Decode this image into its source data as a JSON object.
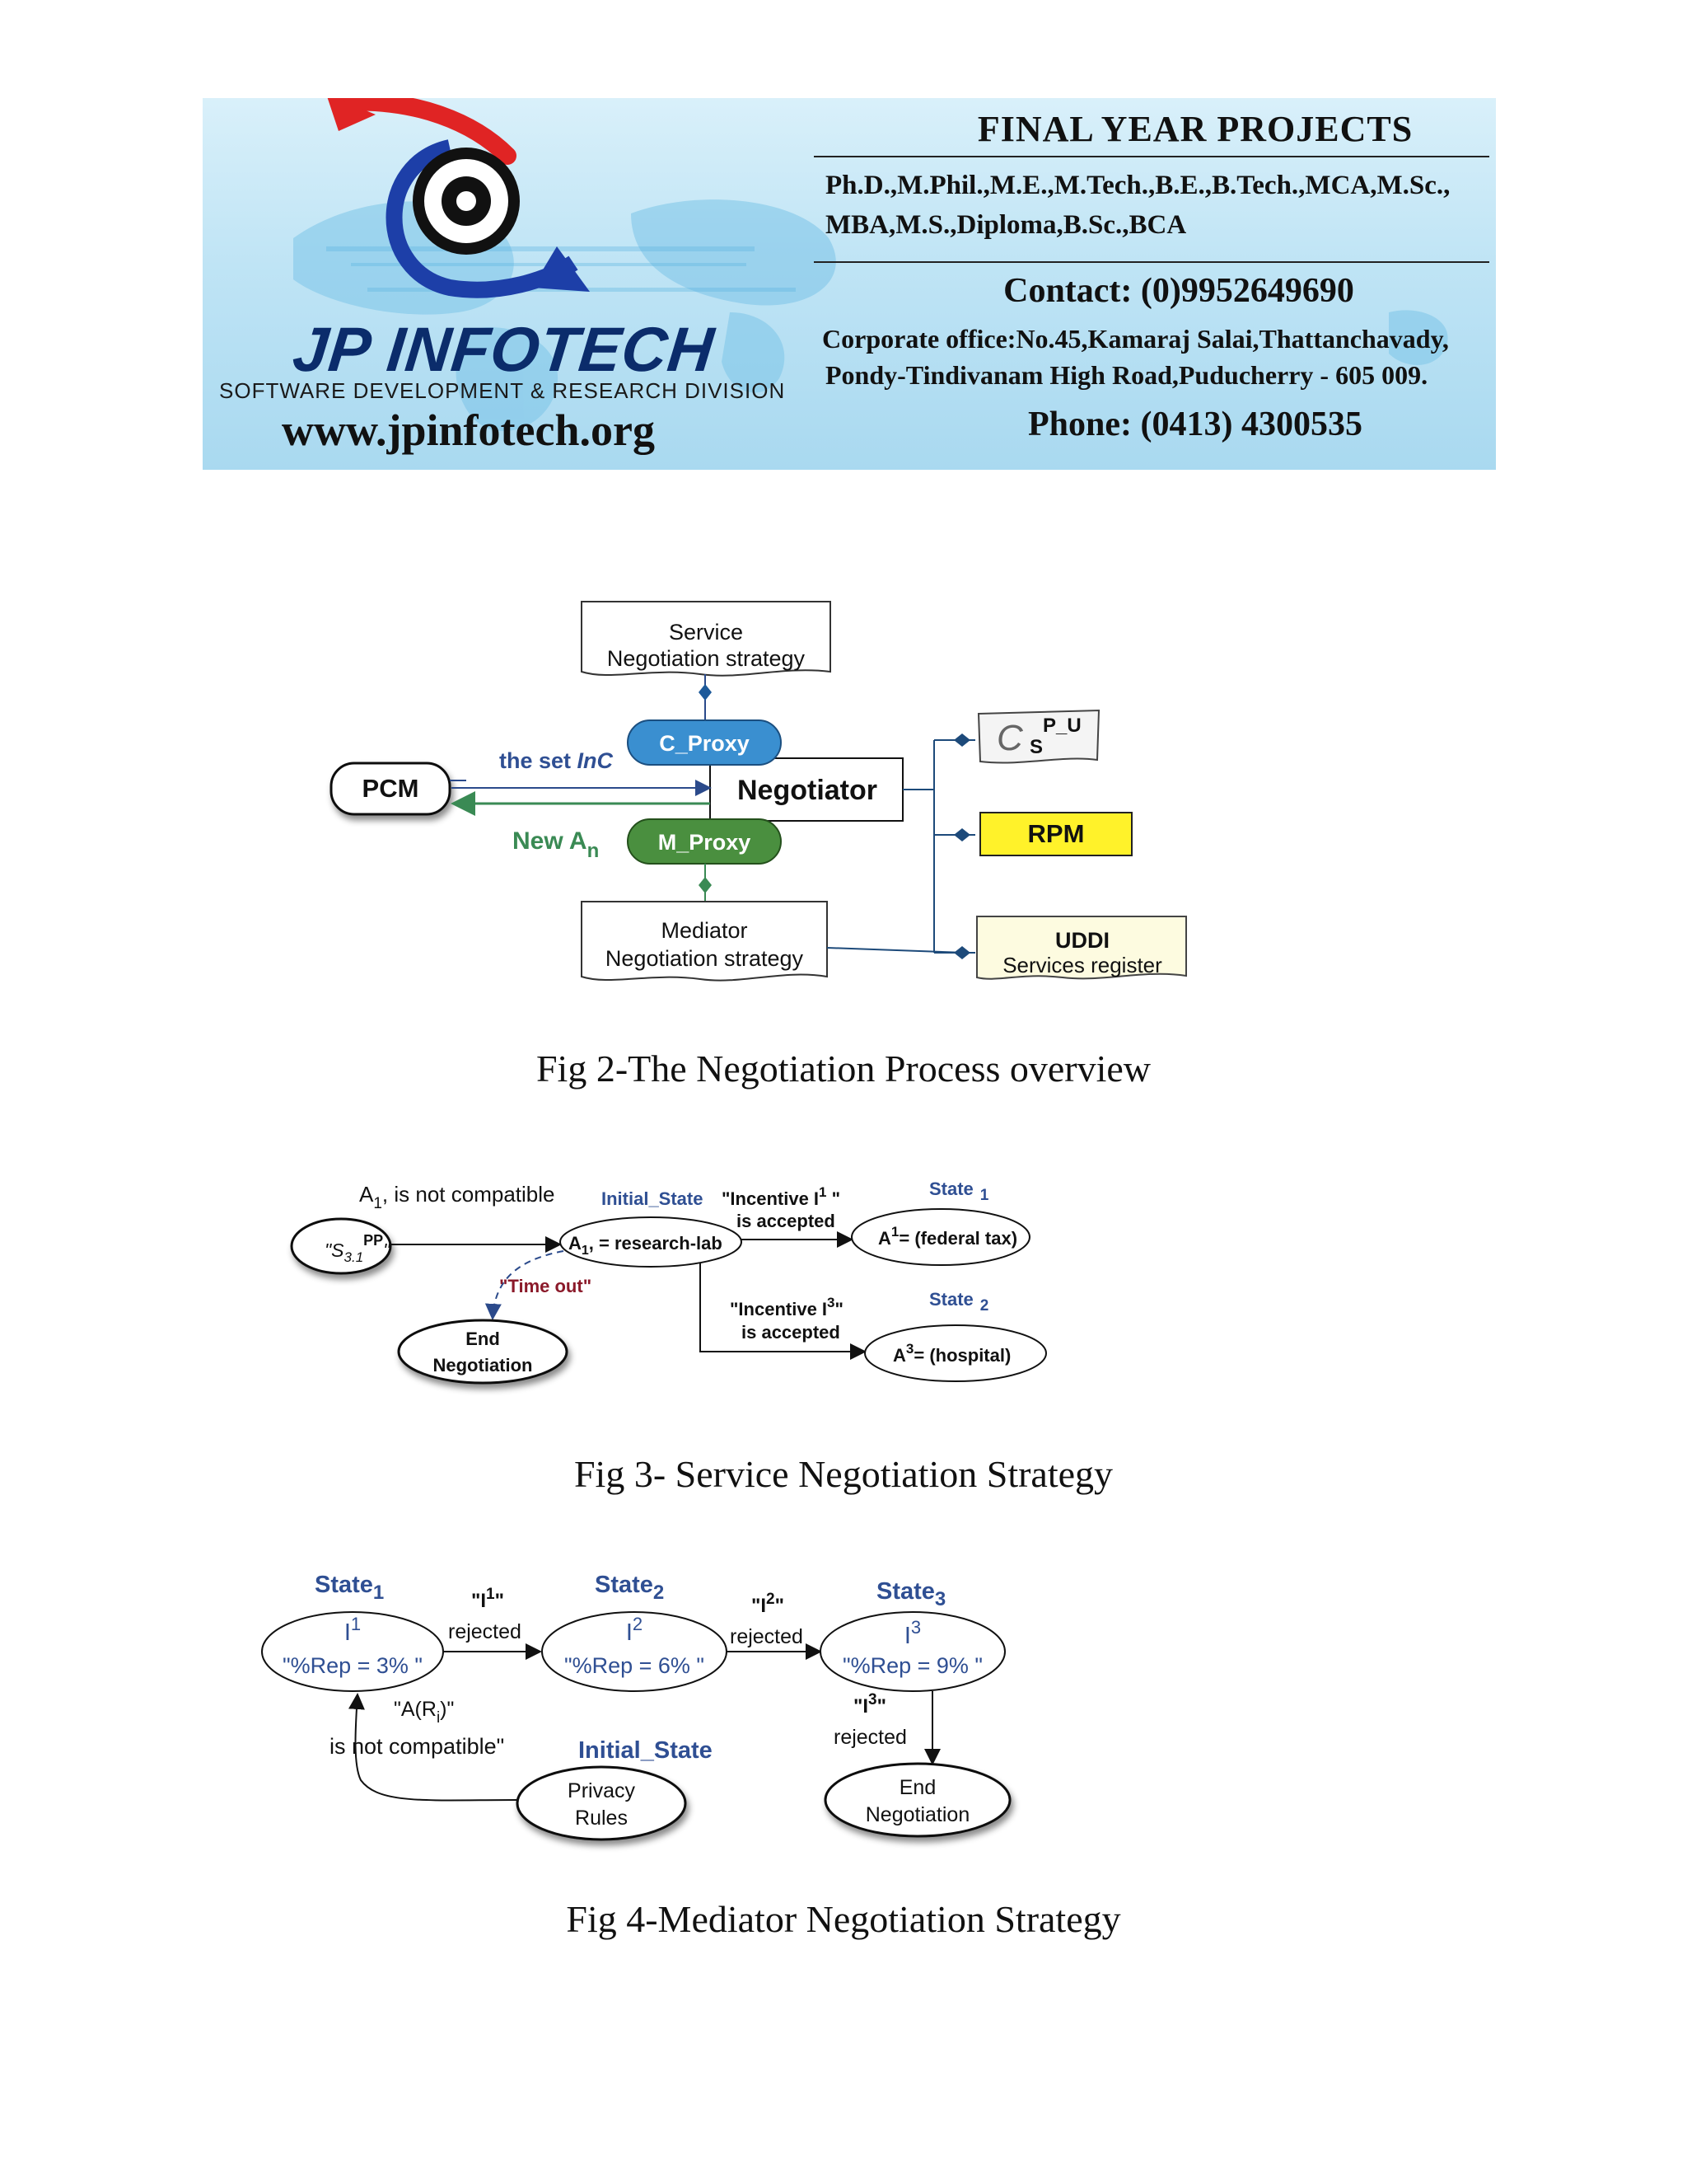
{
  "banner": {
    "title": "FINAL YEAR PROJECTS",
    "degrees_line1": "Ph.D.,M.Phil.,M.E.,M.Tech.,B.E.,B.Tech.,MCA,M.Sc.,",
    "degrees_line2": "MBA,M.S.,Diploma,B.Sc.,BCA",
    "contact": "Contact: (0)9952649690",
    "office_line1": "Corporate office:No.45,Kamaraj Salai,Thattanchavady,",
    "office_line2": "Pondy-Tindivanam High Road,Puducherry - 605 009.",
    "phone": "Phone: (0413) 4300535",
    "brand": "JP INFOTECH",
    "division": "SOFTWARE DEVELOPMENT & RESEARCH DIVISION",
    "website": "www.jpinfotech.org"
  },
  "fig2": {
    "service_strategy": [
      "Service",
      "Negotiation strategy"
    ],
    "c_proxy": "C_Proxy",
    "m_proxy": "M_Proxy",
    "negotiator": "Negotiator",
    "pcm": "PCM",
    "the_set": "the set ",
    "inc": "InC",
    "new_a": "New A",
    "new_a_sub": "n",
    "cs_c": "C",
    "cs_sup": "P_U",
    "cs_sub": "S",
    "rpm": "RPM",
    "uddi": [
      "UDDI",
      "Services register"
    ],
    "mediator_strategy": [
      "Mediator",
      "Negotiation strategy"
    ],
    "caption": "Fig 2-The Negotiation Process overview"
  },
  "fig3": {
    "a1_not_compatible": "A",
    "a1_sub": "1",
    "a1_rest": ", is not compatible",
    "s31_node": "\"S",
    "s31_sub": "3.1",
    "s31_sup": "PP",
    "s31_end": "\"",
    "initial_state": "Initial_State",
    "research_lab_a": "A",
    "research_lab_sub": "1",
    "research_lab_rest": ", = research-lab",
    "incentive1_pre": "\"Incentive I",
    "incentive1_sup": "1",
    "incentive1_post": " \"",
    "is_accepted": "is accepted",
    "state1": "State",
    "state1_sub": "1",
    "federal_tax_a": "A",
    "federal_tax_sup": "1",
    "federal_tax_rest": "= (federal tax)",
    "time_out": "\"Time out\"",
    "end_negotiation": [
      "End",
      "Negotiation"
    ],
    "incentive3_pre": "\"Incentive I",
    "incentive3_sup": "3",
    "incentive3_post": "\"",
    "state2": "State",
    "state2_sub": "2",
    "hospital_a": "A",
    "hospital_sup": "3",
    "hospital_rest": "= (hospital)",
    "caption": "Fig 3- Service Negotiation Strategy"
  },
  "fig4": {
    "state_word": "State",
    "s1_sub": "1",
    "s2_sub": "2",
    "s3_sub": "3",
    "i_letter": "I",
    "i1_sup": "1",
    "i2_sup": "2",
    "i3_sup": "3",
    "rep1": "\"%Rep = 3% \"",
    "rep2": "\"%Rep = 6% \"",
    "rep3": "\"%Rep = 9% \"",
    "q1_pre": "\"I",
    "q1_sup": "1",
    "q1_post": "\"",
    "q2_pre": "\"I",
    "q2_sup": "2",
    "q2_post": "\"",
    "q3_pre": "\"I",
    "q3_sup": "3",
    "q3_post": "\"",
    "rejected": "rejected",
    "ari_pre": "\"A(R",
    "ari_sub": "i",
    "ari_post": ")\"",
    "is_not_compatible": "is not compatible\"",
    "initial_state": "Initial_State",
    "privacy_rules": [
      "Privacy",
      "Rules"
    ],
    "end_negotiation": [
      "End",
      "Negotiation"
    ],
    "caption": "Fig 4-Mediator Negotiation Strategy"
  },
  "colors": {
    "blue_label": "#2f4f93",
    "c_proxy": "#3a8fd0",
    "m_proxy": "#4a8f3f",
    "arrow_green": "#3a8a54",
    "rpm_fill": "#fff22a",
    "dark_red": "#8b1a2a"
  }
}
